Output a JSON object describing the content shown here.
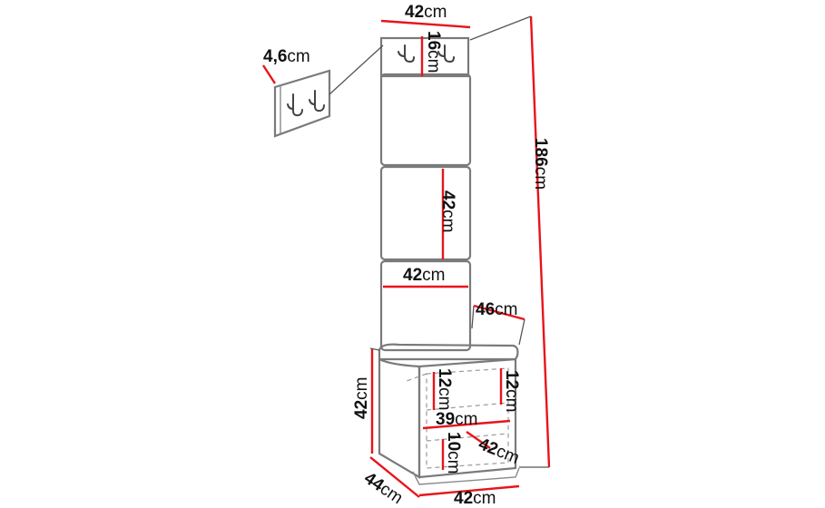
{
  "labels": {
    "top_width": {
      "num": "42",
      "unit": "cm"
    },
    "top_panel_height": {
      "num": "16",
      "unit": "cm"
    },
    "hanger_depth": {
      "num": "4,6",
      "unit": "cm"
    },
    "total_height": {
      "num": "186",
      "unit": "cm"
    },
    "panel_height": {
      "num": "42",
      "unit": "cm"
    },
    "panel_width": {
      "num": "42",
      "unit": "cm"
    },
    "seat_depth": {
      "num": "46",
      "unit": "cm"
    },
    "bench_height": {
      "num": "42",
      "unit": "cm"
    },
    "shelf_upper_left": {
      "num": "12",
      "unit": "cm"
    },
    "shelf_upper_right": {
      "num": "12",
      "unit": "cm"
    },
    "inner_width": {
      "num": "39",
      "unit": "cm"
    },
    "shelf_lower": {
      "num": "10",
      "unit": "cm"
    },
    "inner_depth": {
      "num": "42",
      "unit": "cm"
    },
    "bench_depth": {
      "num": "44",
      "unit": "cm"
    },
    "bench_width": {
      "num": "42",
      "unit": "cm"
    }
  },
  "colors": {
    "dimension_line": "#e8141b",
    "outline": "#7a7a7a"
  },
  "icons": [
    "coat-hook-icon"
  ]
}
